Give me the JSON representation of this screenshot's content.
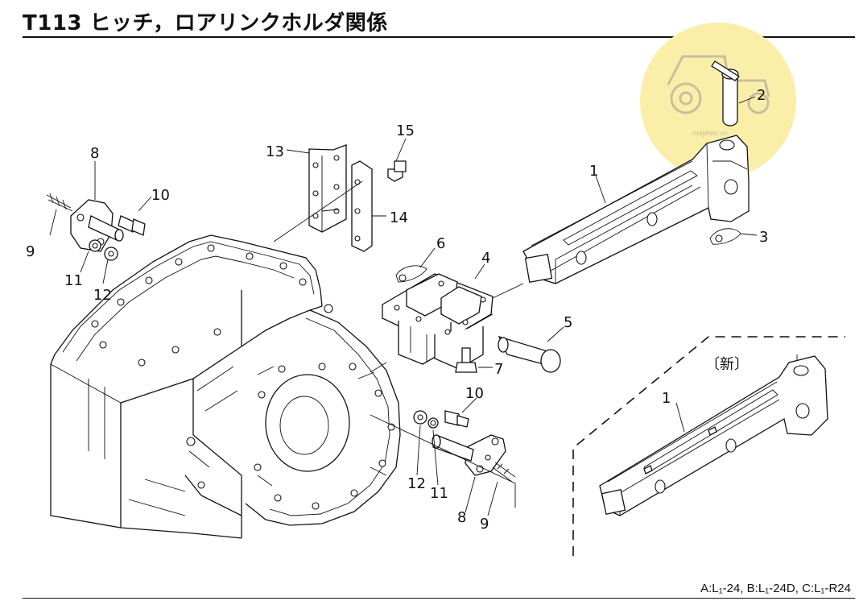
{
  "title": "T113 ヒッチ，ロアリンクホルダ関係",
  "footer": "A:L₁-24,  B:L₁-24D,  C:L₁-R24",
  "inset_label": "〔新〕",
  "watermark": "maykeo.vn",
  "callouts": {
    "c1": "1",
    "c1b": "1",
    "c2": "2",
    "c3": "3",
    "c4": "4",
    "c5": "5",
    "c6": "6",
    "c7": "7",
    "c8": "8",
    "c8b": "8",
    "c9": "9",
    "c9b": "9",
    "c10": "10",
    "c10b": "10",
    "c11": "11",
    "c11b": "11",
    "c12": "12",
    "c12b": "12",
    "c13": "13",
    "c14": "14",
    "c15": "15"
  },
  "colors": {
    "watermark_bg": "#fbeea8",
    "watermark_fg": "#c9bea0"
  }
}
